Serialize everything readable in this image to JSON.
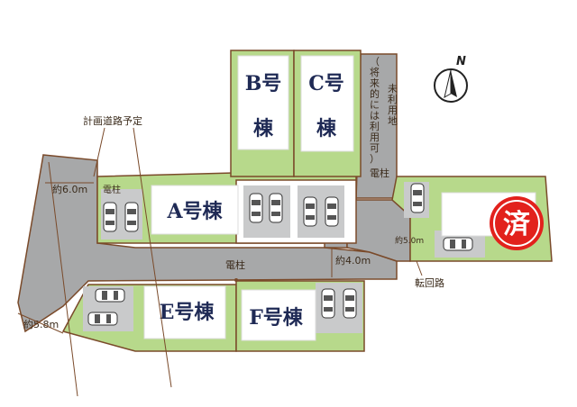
{
  "compass": {
    "north_label": "N"
  },
  "buildings": {
    "a": "A号棟",
    "b_line1": "B号",
    "b_line2": "棟",
    "c_line1": "C号",
    "c_line2": "棟",
    "e": "E号棟",
    "f": "F号棟"
  },
  "sold_badge": "済",
  "labels": {
    "planned_road": "計画道路予定",
    "utility_pole": "電柱",
    "turnaround": "転回路",
    "unused_land": [
      "未",
      "利",
      "用",
      "地"
    ],
    "future_use": [
      "（",
      "将",
      "来",
      "的",
      "に",
      "は",
      "利",
      "用",
      "可",
      "）"
    ]
  },
  "dimensions": {
    "w_6_0": "約6.0m",
    "w_4_0": "約4.0m",
    "w_5_0": "約5.0m",
    "w_5_8": "約5.8m"
  },
  "colors": {
    "lot_green": "#b7d98b",
    "road_gray": "#a7a8a9",
    "border_brown": "#7a4a2a",
    "parking_gray": "#c9cacb",
    "sold_red": "#e2211c",
    "label_navy": "#1f2a55"
  }
}
